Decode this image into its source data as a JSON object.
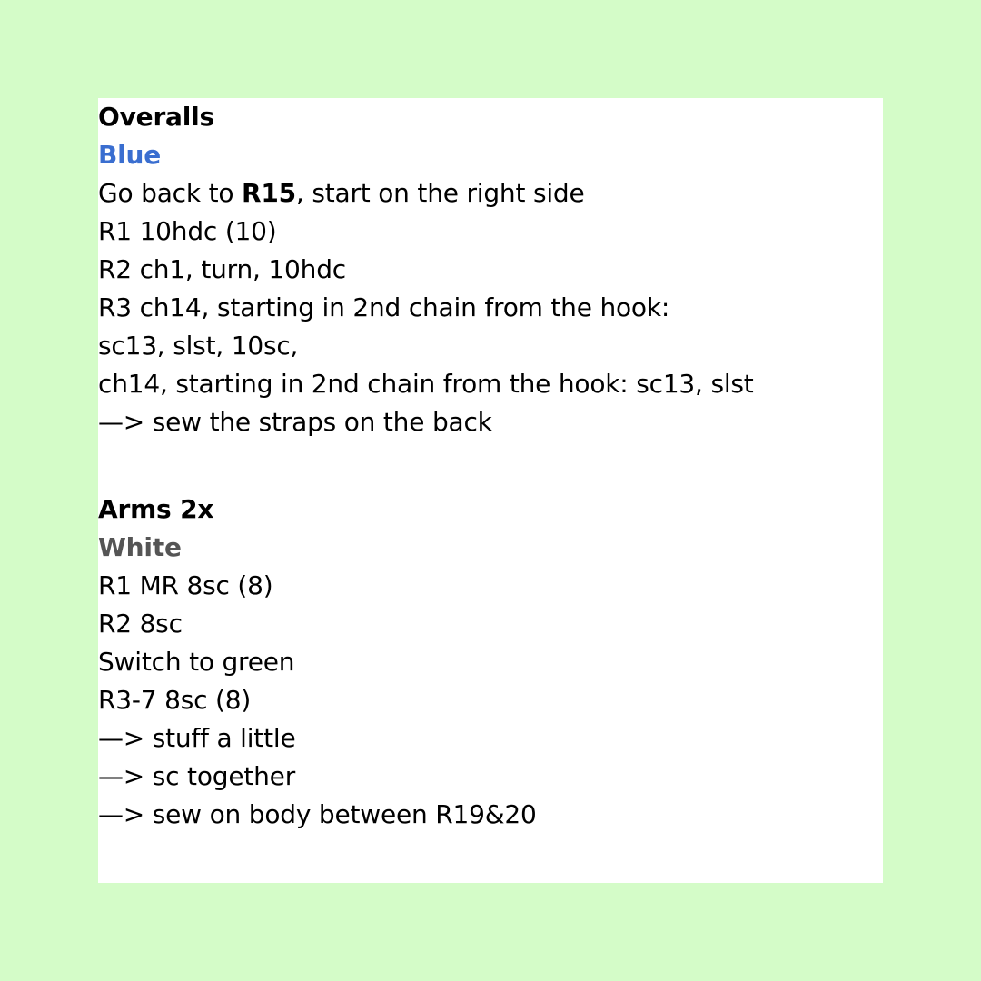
{
  "colors": {
    "background": "#d4fcc8",
    "card": "#ffffff",
    "text": "#000000",
    "blue_accent": "#3a6ed0",
    "white_label": "#555555"
  },
  "overalls": {
    "title": "Overalls",
    "color_label": "Blue",
    "intro_prefix": "Go back to ",
    "intro_bold": "R15",
    "intro_suffix": ", start on the right side",
    "lines": [
      "R1 10hdc (10)",
      "R2 ch1, turn, 10hdc",
      "R3 ch14, starting in 2nd chain from the hook:",
      "sc13, slst, 10sc,",
      "ch14, starting in 2nd chain from the hook: sc13, slst",
      "—> sew the straps on the back"
    ]
  },
  "arms": {
    "title": "Arms 2x",
    "color_label": "White",
    "lines": [
      "R1 MR 8sc (8)",
      "R2 8sc",
      "Switch to green",
      "R3-7 8sc (8)",
      "—> stuff a little",
      "—> sc together",
      "—> sew on body between R19&20"
    ]
  }
}
